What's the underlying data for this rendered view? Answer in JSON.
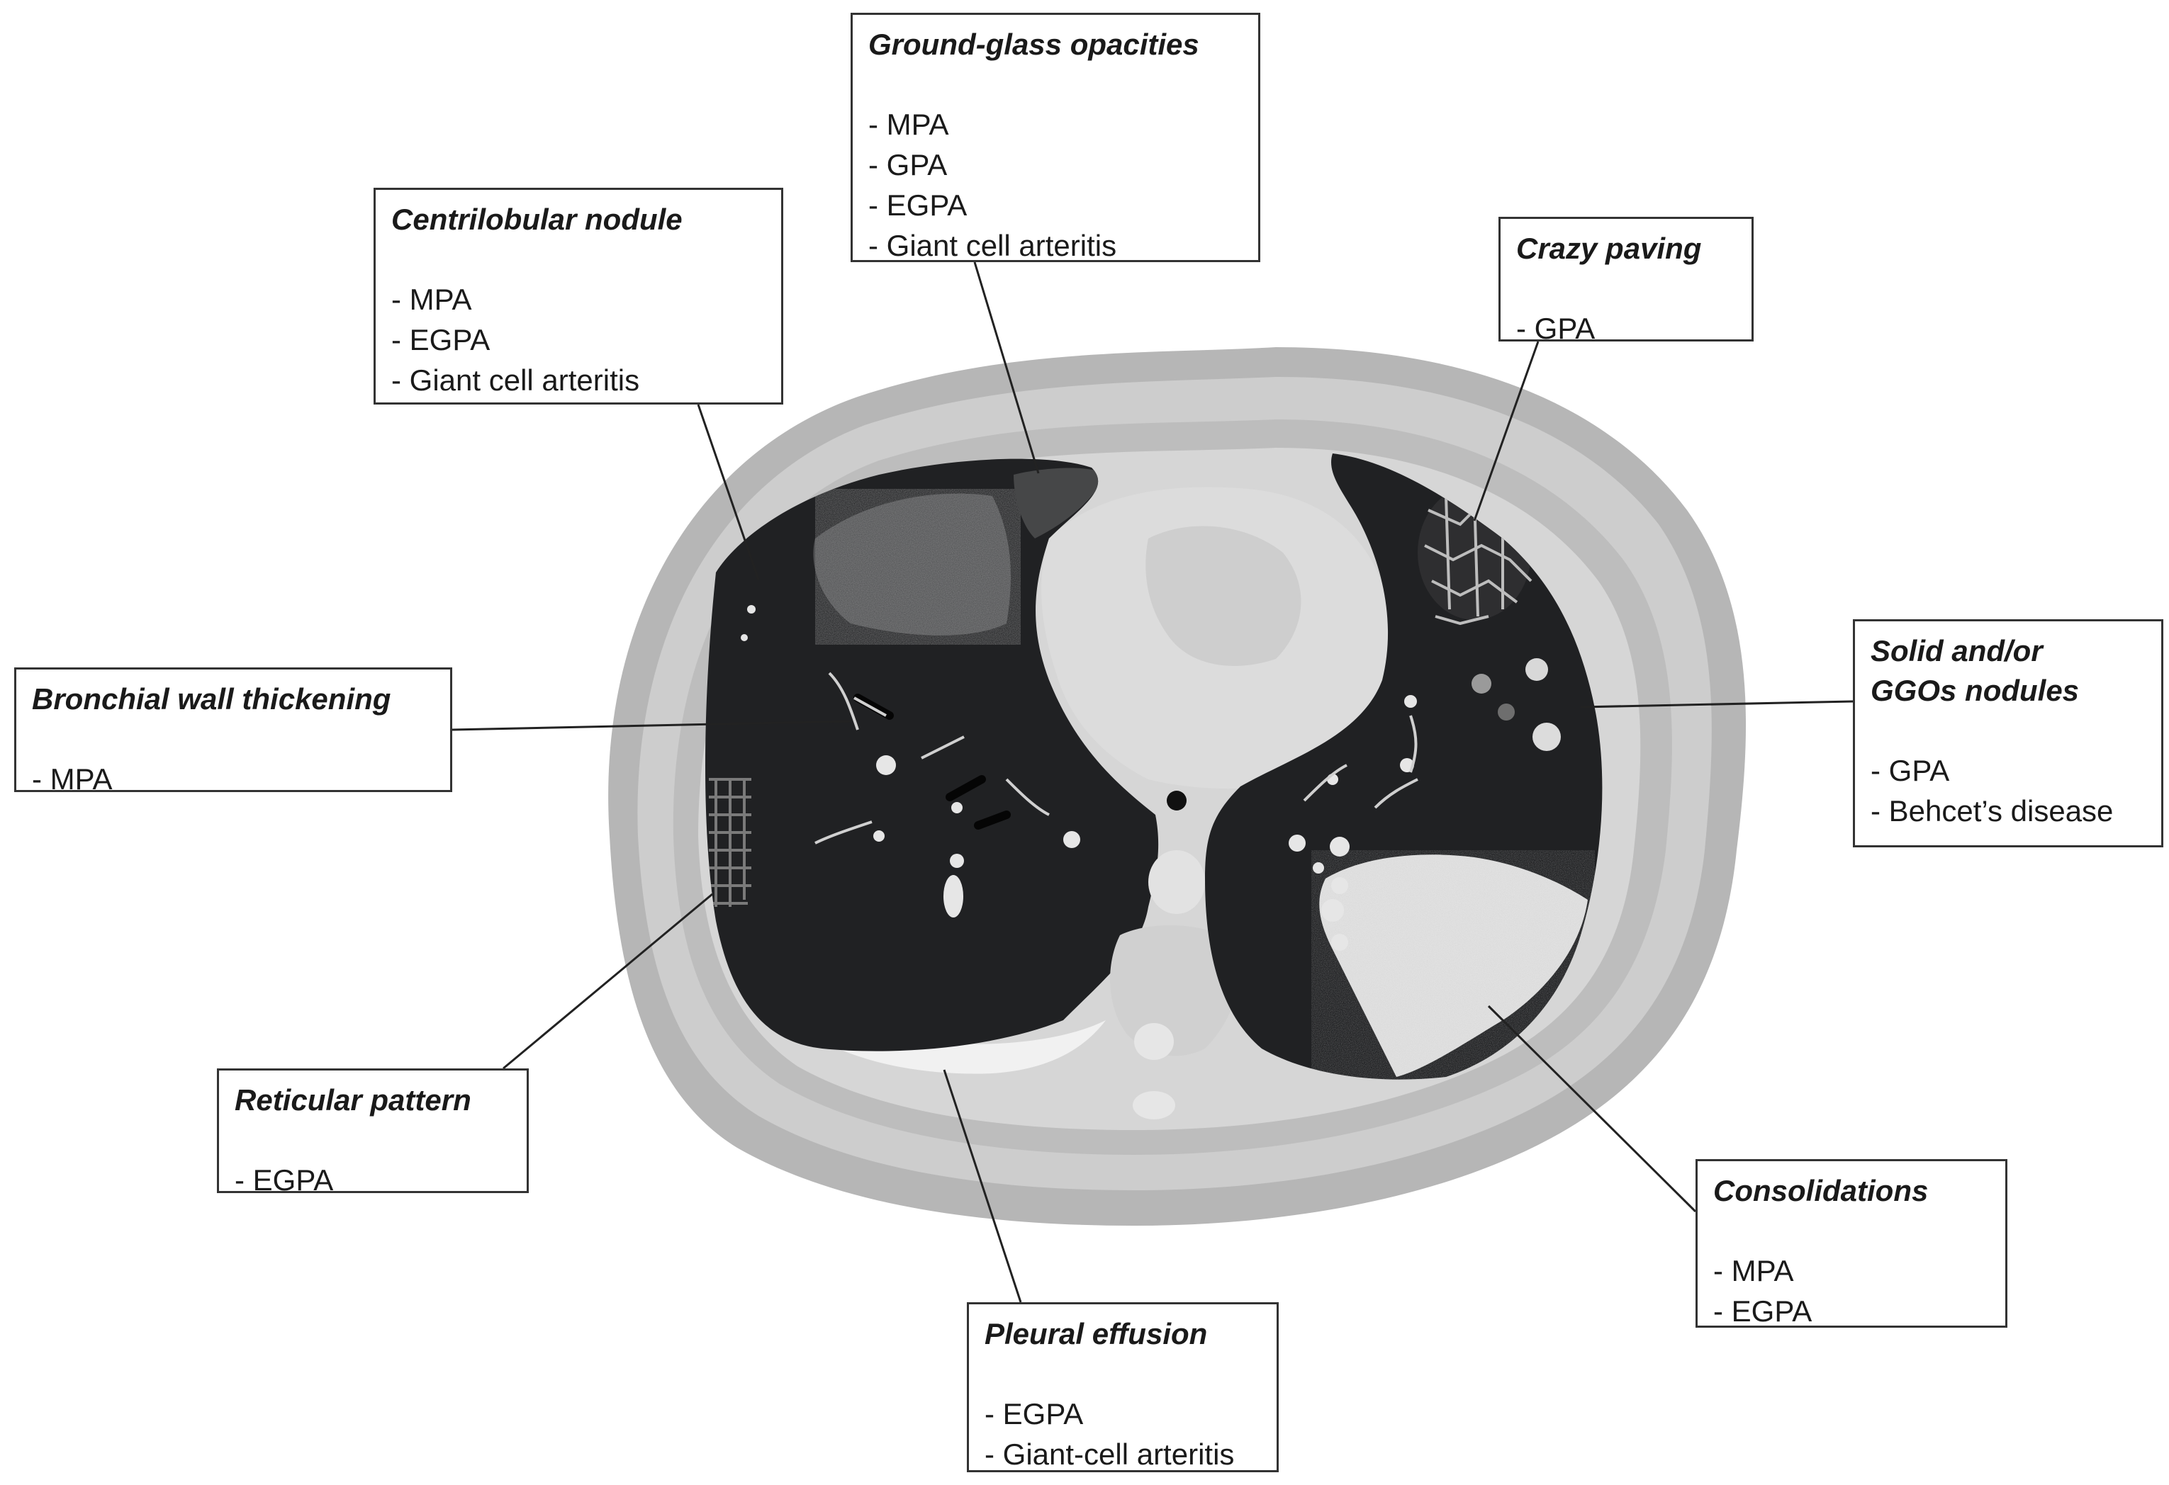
{
  "colors": {
    "background": "#ffffff",
    "outer_ring": "#b4b4b4",
    "subcutaneous_fat": "#cfcfcf",
    "muscle": "#c0c0c0",
    "lung": "#202123",
    "mediastinum": "#dedede",
    "consolidation": "#e4e4e4",
    "ground_glass": "#5a5a5a",
    "box_border": "#333333",
    "leader_line": "#222222"
  },
  "icons": [
    "ct-axial-chest-scan"
  ],
  "callouts": {
    "ground_glass": {
      "title": "Ground-glass opacities",
      "items": [
        "- MPA",
        "- GPA",
        "- EGPA",
        "- Giant cell arteritis"
      ]
    },
    "centrilobular": {
      "title": "Centrilobular nodule",
      "items": [
        "- MPA",
        "- EGPA",
        "- Giant cell arteritis"
      ]
    },
    "crazy_paving": {
      "title": "Crazy paving",
      "items": [
        "- GPA"
      ]
    },
    "bronchial": {
      "title": "Bronchial wall thickening",
      "items": [
        "- MPA"
      ]
    },
    "solid_nodules": {
      "title": "Solid and/or\nGGOs nodules",
      "items": [
        "- GPA",
        "- Behcet’s disease"
      ]
    },
    "reticular": {
      "title": "Reticular pattern",
      "items": [
        "- EGPA"
      ]
    },
    "consolidations": {
      "title": "Consolidations",
      "items": [
        "- MPA",
        "- EGPA"
      ]
    },
    "pleural": {
      "title": "Pleural effusion",
      "items": [
        "- EGPA",
        "- Giant-cell arteritis"
      ]
    }
  }
}
